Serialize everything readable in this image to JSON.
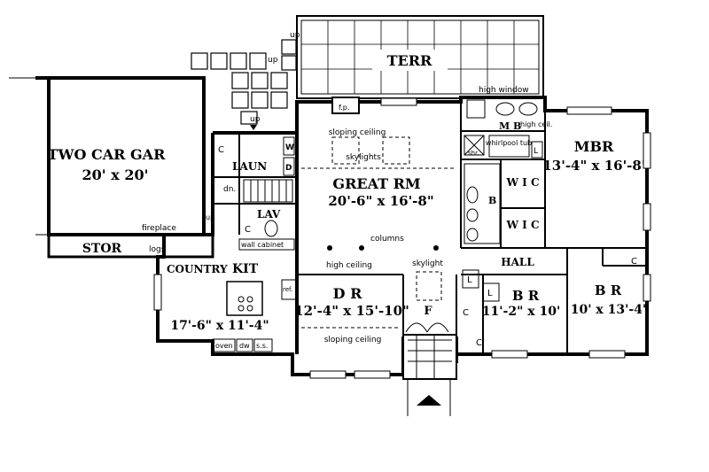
{
  "rooms": {
    "terr": "TERR",
    "garage_name": "TWO CAR GAR",
    "garage_size": "20' x 20'",
    "stor": "STOR",
    "logs": "logs",
    "fireplace": "fireplace",
    "laun": "LAUN",
    "lav": "LAV",
    "wall_cabinet": "wall cabinet",
    "great_name": "GREAT RM",
    "great_size": "20'-6\" x 16'-8\"",
    "sloping_ceiling_top": "sloping ceiling",
    "skylights": "skylights",
    "fp": "f.p.",
    "columns": "columns",
    "high_window": "high window",
    "mb": "M B",
    "high_ceil": "high ceil.",
    "whirlpool": "whirlpool tub",
    "shr": "shr.",
    "mbr_name": "MBR",
    "mbr_size": "13'-4\" x 16'-8\"",
    "wic1": "W I C",
    "wic2": "W I C",
    "b": "B",
    "hall": "HALL",
    "country": "COUNTRY",
    "kit": "KIT",
    "kit_size": "17'-6\" x 11'-4\"",
    "high_ceiling": "high ceiling",
    "ref": "ref.",
    "oven": "oven",
    "dw": "dw",
    "ss": "s.s.",
    "dr_name": "D R",
    "dr_size": "12'-4\" x 15'-10\"",
    "sloping_ceiling_bottom": "sloping ceiling",
    "skylight": "skylight",
    "f": "F",
    "br1_name": "B R",
    "br1_size": "11'-2\" x 10'",
    "br2_name": "B R",
    "br2_size": "10' x 13'-4\"",
    "up1": "up",
    "up2": "up",
    "up3": "up",
    "up4": "up",
    "dn": "dn.",
    "c_laun": "C",
    "c_lav": "C",
    "c_hall": "C",
    "c_entry": "C",
    "c_br2": "C",
    "w": "W",
    "d": "D",
    "l1": "L",
    "l2": "L",
    "l3": "L"
  }
}
